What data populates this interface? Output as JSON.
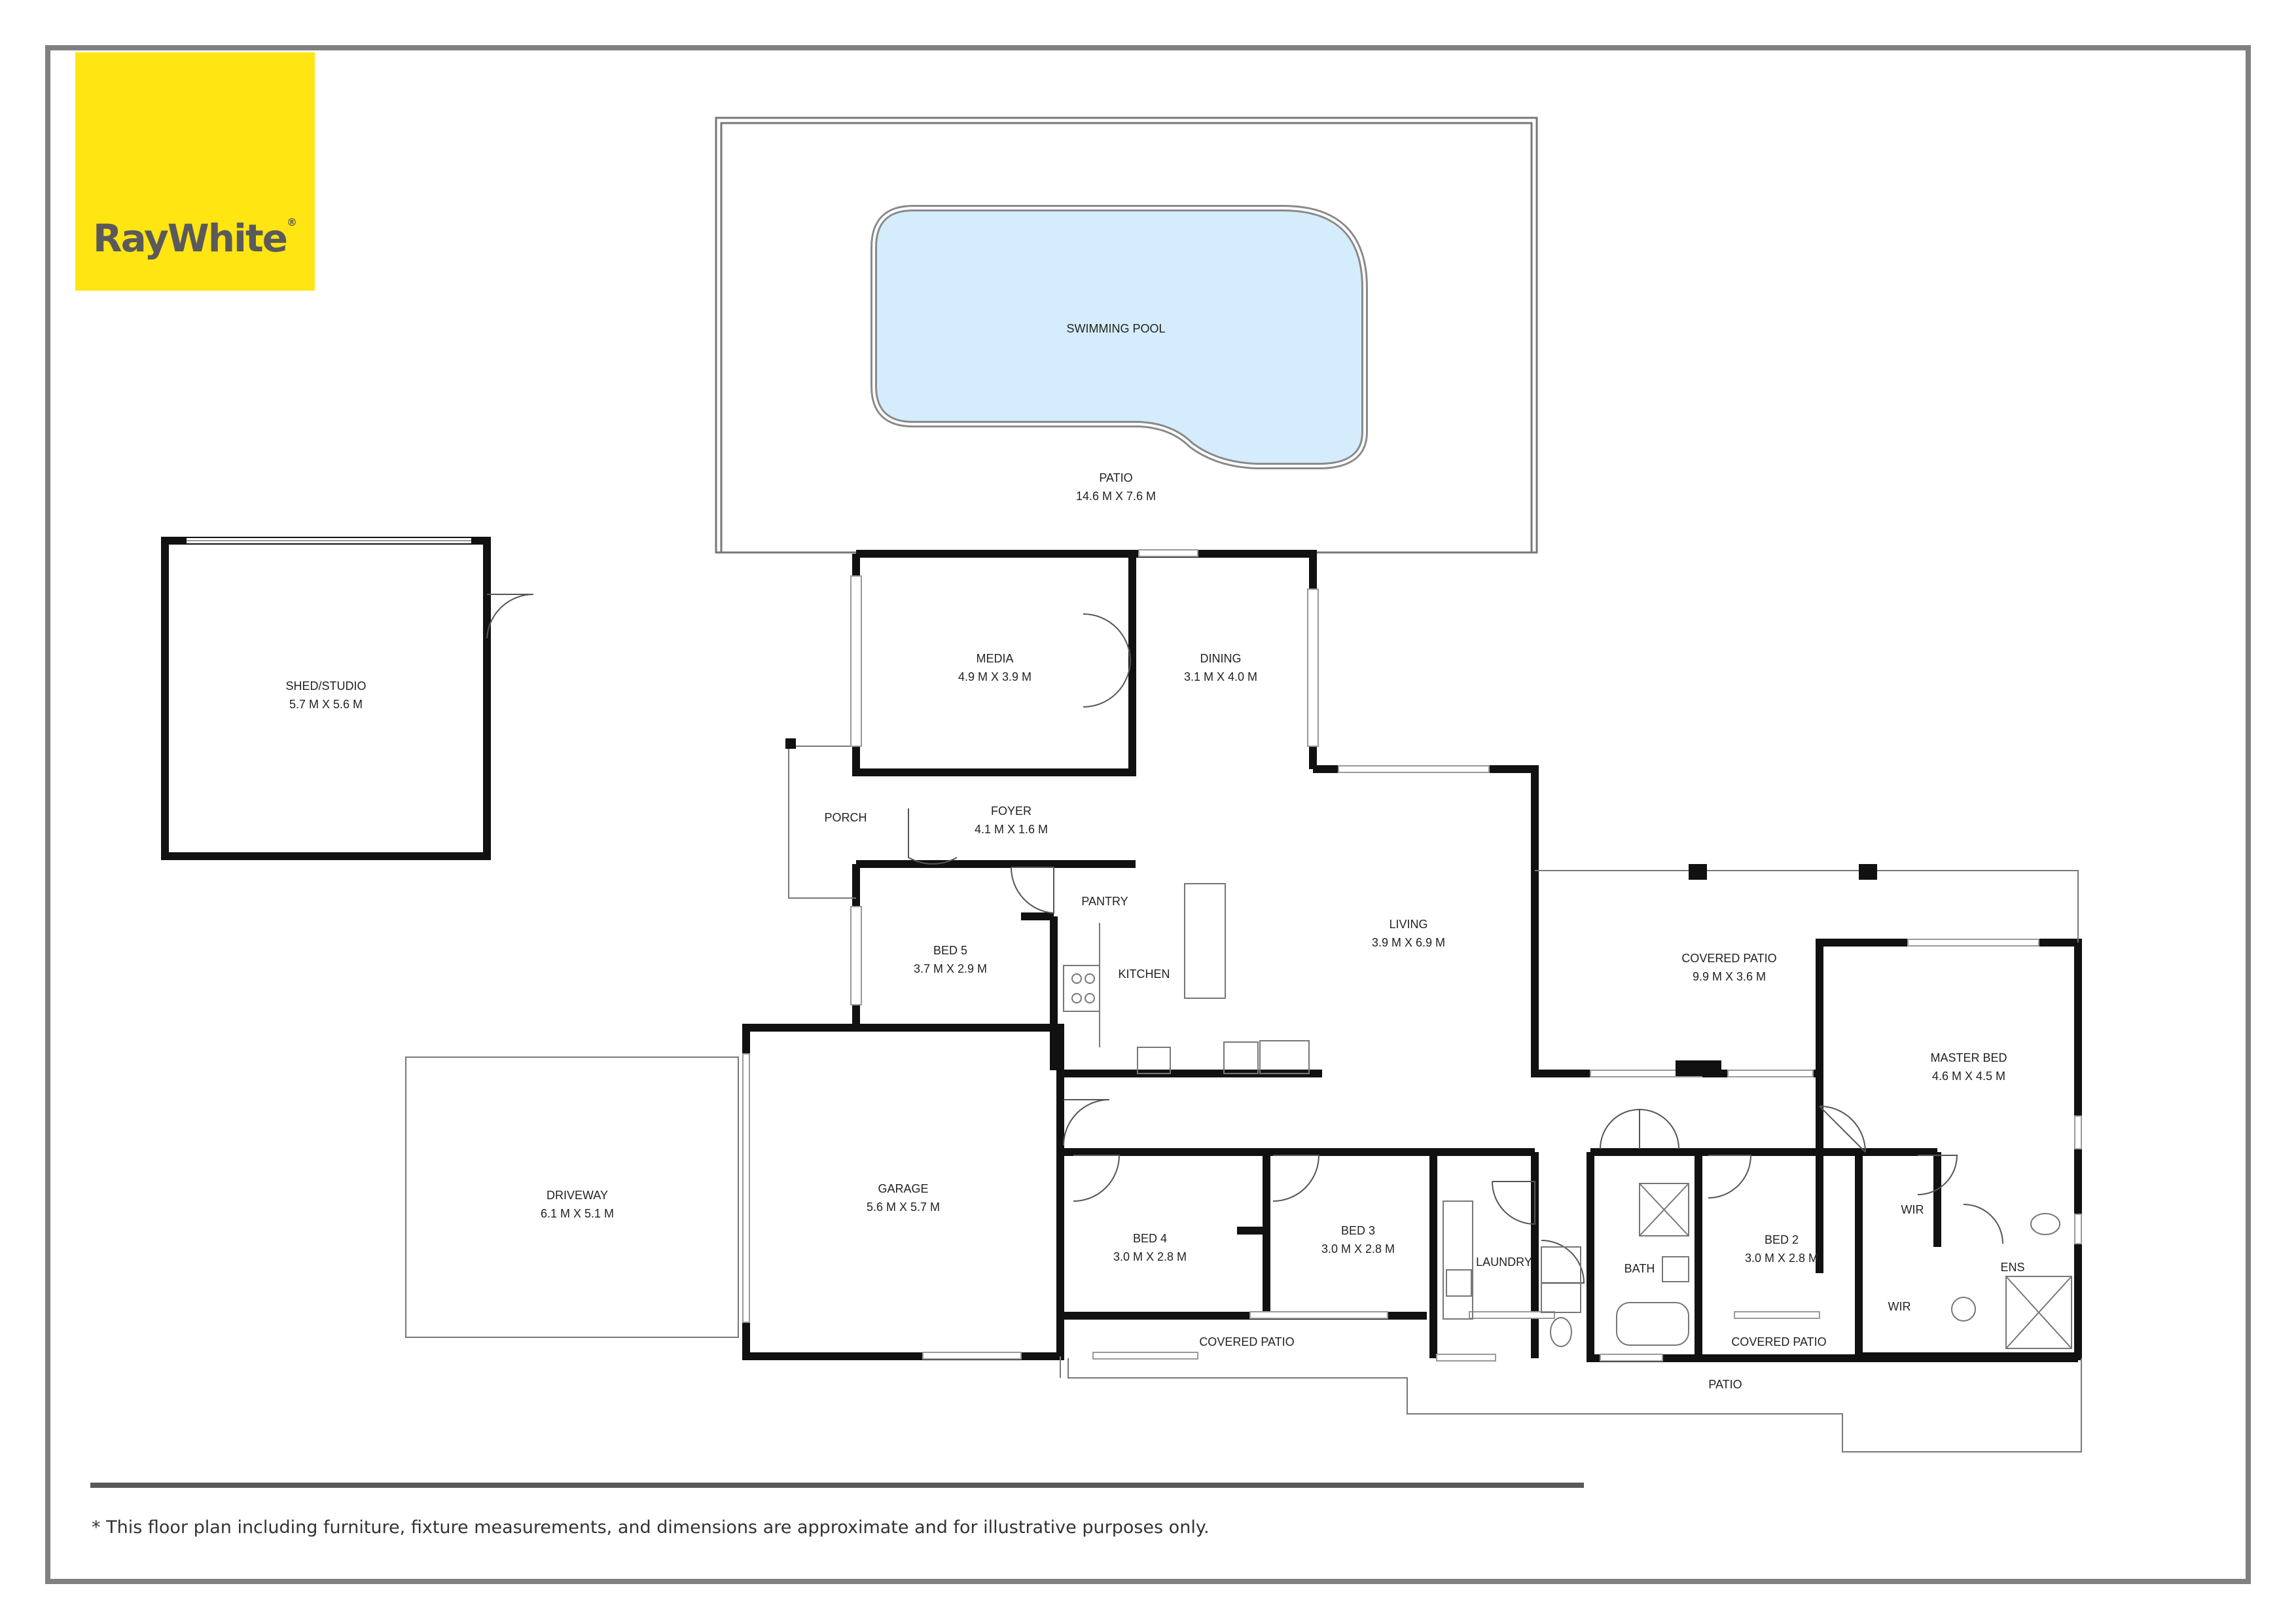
{
  "brand": {
    "name": "RayWhite",
    "mark": "®",
    "color": "#ffe512",
    "text_color": "#5a5a5c"
  },
  "rooms": {
    "pool": "SWIMMING POOL",
    "patio_rear": {
      "name": "PATIO",
      "dim": "14.6 M X 7.6 M"
    },
    "media": {
      "name": "MEDIA",
      "dim": "4.9 M X 3.9 M"
    },
    "dining": {
      "name": "DINING",
      "dim": "3.1 M X 4.0 M"
    },
    "shed": {
      "name": "SHED/STUDIO",
      "dim": "5.7 M X 5.6 M"
    },
    "porch": "PORCH",
    "foyer": {
      "name": "FOYER",
      "dim": "4.1 M X 1.6 M"
    },
    "pantry": "PANTRY",
    "bed5": {
      "name": "BED 5",
      "dim": "3.7 M X 2.9 M"
    },
    "kitchen": "KITCHEN",
    "living": {
      "name": "LIVING",
      "dim": "3.9 M X 6.9 M"
    },
    "covered_patio_main": {
      "name": "COVERED PATIO",
      "dim": "9.9 M X 3.6 M"
    },
    "master": {
      "name": "MASTER BED",
      "dim": "4.6 M X 4.5 M"
    },
    "driveway": {
      "name": "DRIVEWAY",
      "dim": "6.1 M X 5.1 M"
    },
    "garage": {
      "name": "GARAGE",
      "dim": "5.6 M X 5.7 M"
    },
    "bed4": {
      "name": "BED 4",
      "dim": "3.0 M X 2.8 M"
    },
    "bed3": {
      "name": "BED 3",
      "dim": "3.0 M X 2.8 M"
    },
    "laundry": "LAUNDRY",
    "bath": "BATH",
    "bed2": {
      "name": "BED 2",
      "dim": "3.0 M X 2.8 M"
    },
    "wir1": "WIR",
    "wir2": "WIR",
    "ens": "ENS",
    "covered_patio_left": "COVERED PATIO",
    "covered_patio_right": "COVERED PATIO",
    "patio_front": "PATIO"
  },
  "colors": {
    "wall": "#111111",
    "pool": "#d4ecfb",
    "frame": "#808080",
    "thin": "#777777"
  },
  "disclaimer": "* This floor plan including furniture, fixture measurements, and dimensions are approximate and for illustrative purposes only."
}
